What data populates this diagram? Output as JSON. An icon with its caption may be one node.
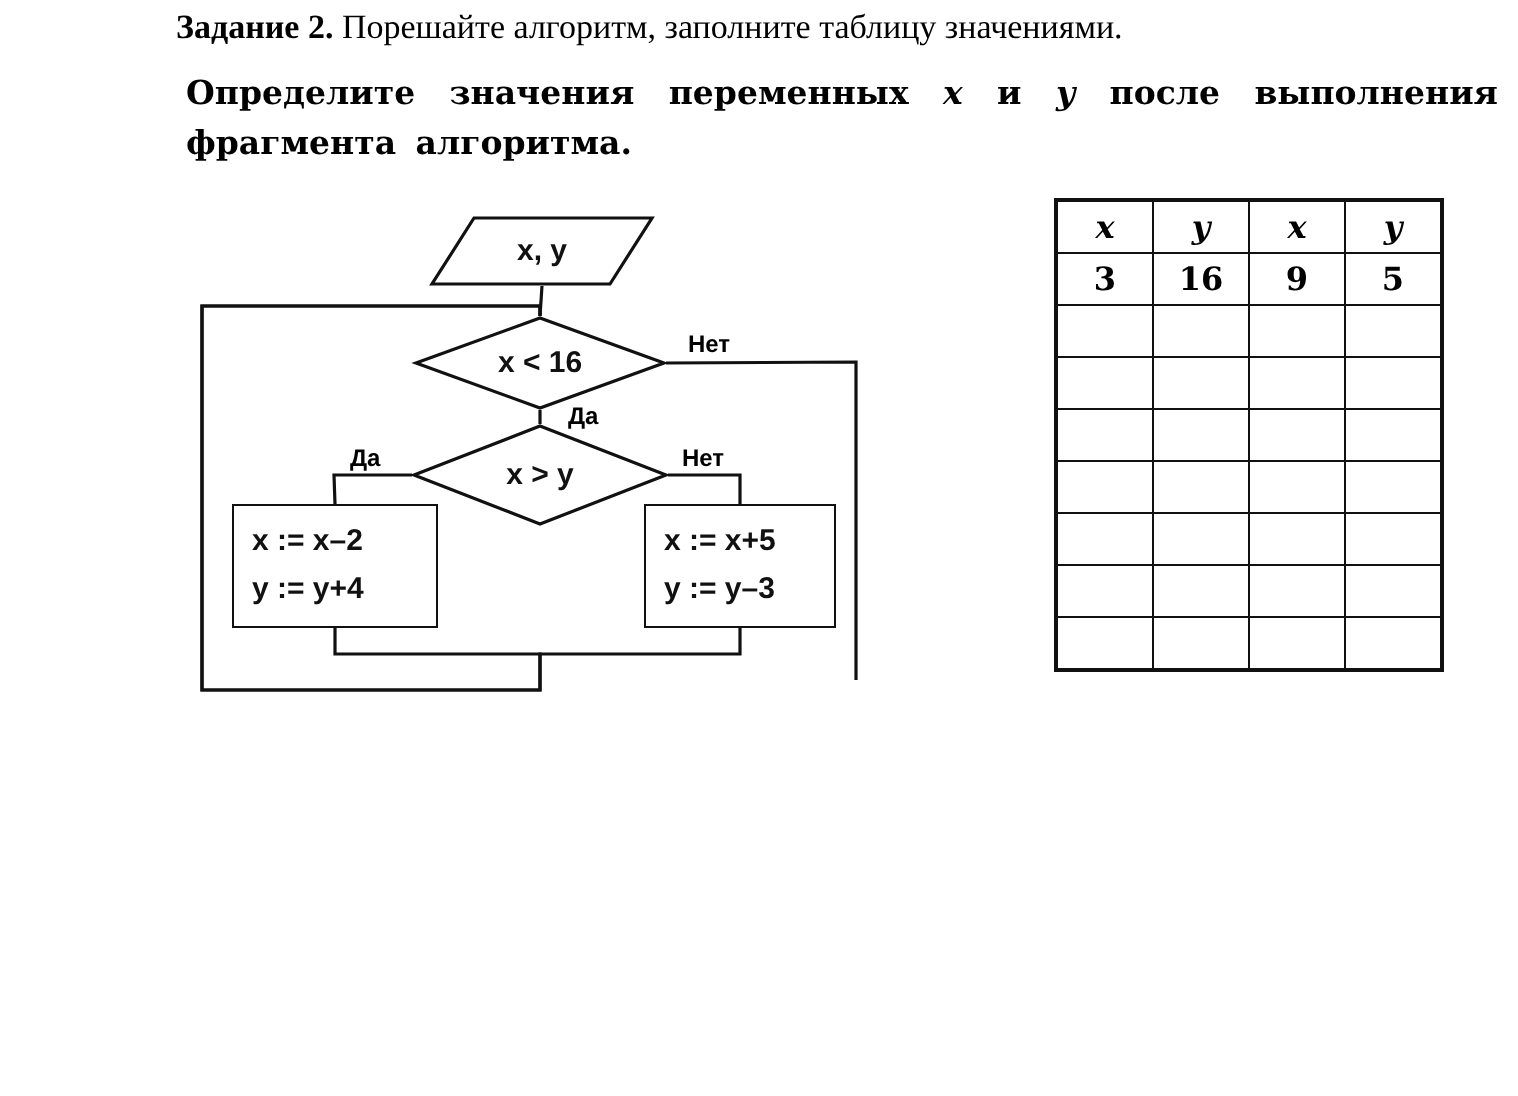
{
  "diagram": {
    "title": "**Задание 2.** Порешайте алгоритм, заполните таблицу значениями.",
    "nodes": [
      {
        "text": [
          "x, y"
        ]
      },
      {
        "text": [
          "x < 16"
        ]
      },
      {
        "text": [
          "x > y"
        ]
      },
      {
        "text": [
          "x := x–2",
          "y := y+4"
        ]
      },
      {
        "text": [
          "x := x+5",
          "y := y–3"
        ]
      }
    ],
    "edges": [
      {
        "from": 0,
        "to": 1,
        "arrow": "none"
      },
      {
        "from": 1,
        "to": 2,
        "arrow": "none",
        "label": "Да"
      },
      {
        "from": 1,
        "to": null,
        "arrow": "none",
        "label": "Нет"
      },
      {
        "from": 2,
        "to": 3,
        "arrow": "none",
        "label": "Да"
      },
      {
        "from": 2,
        "to": 4,
        "arrow": "none",
        "label": "Нет"
      },
      {
        "from": 3,
        "to": 1,
        "arrow": "none"
      },
      {
        "from": 4,
        "to": 1,
        "arrow": "none"
      }
    ],
    "labels": [
      "Определите значения переменных *x* и *y* после выполнения фрагмента алгоритма.",
      "x",
      "y",
      "x",
      "y",
      "3",
      "16",
      "9",
      "5"
    ]
  }
}
